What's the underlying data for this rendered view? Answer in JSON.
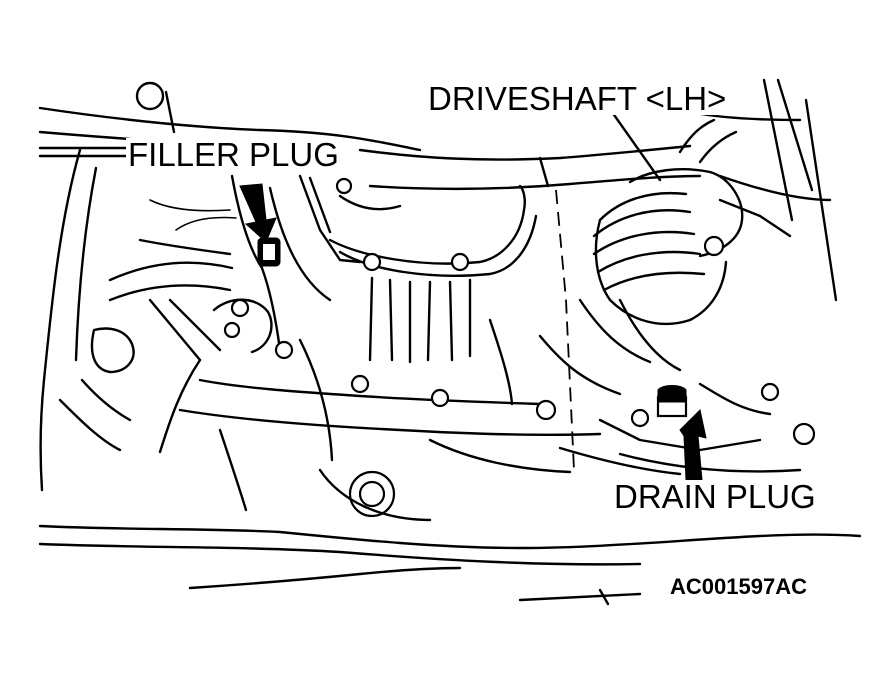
{
  "labels": {
    "filler_plug": "FILLER PLUG",
    "driveshaft": "DRIVESHAFT <LH>",
    "drain_plug": "DRAIN PLUG",
    "figure_code": "AC001597AC"
  },
  "icons": {
    "filler_arrow": "arrow-down-icon",
    "drain_arrow": "arrow-up-icon"
  },
  "colors": {
    "line": "#000000",
    "background": "#ffffff"
  }
}
